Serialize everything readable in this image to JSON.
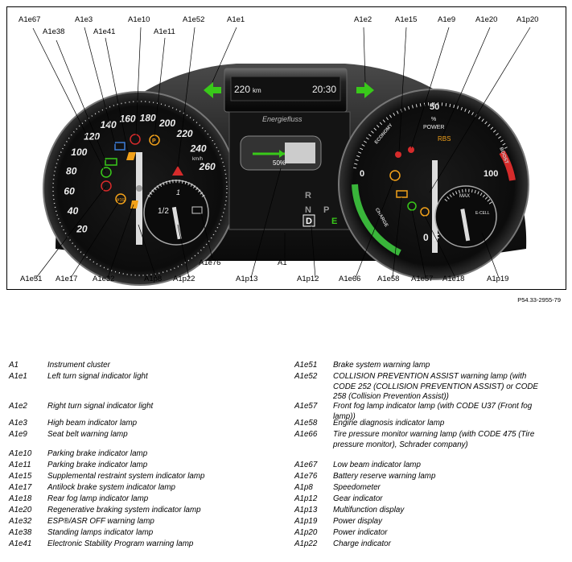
{
  "figure": {
    "callouts": [
      {
        "id": "a1e67",
        "label": "A1e67"
      },
      {
        "id": "a1e3",
        "label": "A1e3"
      },
      {
        "id": "a1e10",
        "label": "A1e10"
      },
      {
        "id": "a1e52",
        "label": "A1e52"
      },
      {
        "id": "a1e1",
        "label": "A1e1"
      },
      {
        "id": "a1e2",
        "label": "A1e2"
      },
      {
        "id": "a1e15",
        "label": "A1e15"
      },
      {
        "id": "a1e9",
        "label": "A1e9"
      },
      {
        "id": "a1e20",
        "label": "A1e20"
      },
      {
        "id": "a1p20",
        "label": "A1p20"
      },
      {
        "id": "a1e38",
        "label": "A1e38"
      },
      {
        "id": "a1e41",
        "label": "A1e41"
      },
      {
        "id": "a1e11",
        "label": "A1e11"
      },
      {
        "id": "a1e51",
        "label": "A1e51"
      },
      {
        "id": "a1e17",
        "label": "A1e17"
      },
      {
        "id": "a1e32",
        "label": "A1e32"
      },
      {
        "id": "a1p8",
        "label": "A1p8"
      },
      {
        "id": "a1p22",
        "label": "A1p22"
      },
      {
        "id": "a1e76",
        "label": "A1e76"
      },
      {
        "id": "a1p13",
        "label": "A1p13"
      },
      {
        "id": "a1",
        "label": "A1"
      },
      {
        "id": "a1p12",
        "label": "A1p12"
      },
      {
        "id": "a1e66",
        "label": "A1e66"
      },
      {
        "id": "a1e58",
        "label": "A1e58"
      },
      {
        "id": "a1e57",
        "label": "A1e57"
      },
      {
        "id": "a1e18",
        "label": "A1e18"
      },
      {
        "id": "a1p19",
        "label": "A1p19"
      }
    ],
    "display": {
      "range": "220",
      "range_unit": "km",
      "clock": "20:30",
      "energy_title": "Energiefluss",
      "battery_percent": "50%",
      "gear_r": "R",
      "gear_n": "N",
      "gear_p": "P",
      "gear_d": "D",
      "gear_e": "E"
    },
    "speedometer": {
      "ticks": [
        "20",
        "40",
        "60",
        "80",
        "100",
        "120",
        "140",
        "160",
        "180",
        "200",
        "220",
        "240",
        "260"
      ],
      "unit": "km/h"
    },
    "charge_gauge": {
      "half": "1/2",
      "full": "1"
    },
    "power_meter": {
      "zero": "0",
      "fifty": "50",
      "hundred": "100",
      "percent": "%",
      "power": "POWER",
      "economy": "ECONOMY",
      "charge": "CHARGE",
      "boost": "BOOST",
      "rbs": "RBS"
    },
    "power_gauge": {
      "max": "MAX",
      "ecell": "E-CELL",
      "zero": "0",
      "f": "F"
    },
    "icon_p": "P",
    "icon_abs": "ABS",
    "code": "P54.33-2955-79"
  },
  "legend": {
    "left": [
      {
        "code": "A1",
        "desc": "Instrument cluster"
      },
      {
        "code": "A1e1",
        "desc": "Left turn signal indicator light"
      },
      {
        "code": "A1e2",
        "desc": "Right turn signal indicator light"
      },
      {
        "code": "A1e3",
        "desc": "High beam indicator lamp"
      },
      {
        "code": "A1e9",
        "desc": "Seat belt warning lamp"
      },
      {
        "code": "A1e10",
        "desc": "Parking brake indicator lamp"
      },
      {
        "code": "A1e11",
        "desc": "Parking brake indicator lamp"
      },
      {
        "code": "A1e15",
        "desc": "Supplemental restraint system indicator lamp"
      },
      {
        "code": "A1e17",
        "desc": "Antilock brake system indicator lamp"
      },
      {
        "code": "A1e18",
        "desc": "Rear fog lamp indicator lamp"
      },
      {
        "code": "A1e20",
        "desc": "Regenerative braking system indicator lamp"
      },
      {
        "code": "A1e32",
        "desc": "ESP®/ASR OFF warning lamp"
      },
      {
        "code": "A1e38",
        "desc": "Standing lamps indicator lamp"
      },
      {
        "code": "A1e41",
        "desc": "Electronic Stability Program warning lamp"
      }
    ],
    "right": [
      {
        "code": "A1e51",
        "desc": "Brake system warning lamp"
      },
      {
        "code": "A1e52",
        "desc": "COLLISION PREVENTION ASSIST warning lamp (with\nCODE 252 (COLLISION PREVENTION ASSIST) or CODE\n258 (Collision Prevention Assist))"
      },
      {
        "code": "A1e57",
        "desc": "Front fog lamp indicator lamp (with CODE U37 (Front fog\nlamp))"
      },
      {
        "code": "A1e58",
        "desc": "Engine diagnosis indicator lamp"
      },
      {
        "code": "A1e66",
        "desc": "Tire pressure monitor warning lamp (with CODE 475 (Tire\npressure monitor), Schrader company)"
      },
      {
        "code": "A1e67",
        "desc": "Low beam indicator lamp"
      },
      {
        "code": "A1e76",
        "desc": "Battery reserve warning lamp"
      },
      {
        "code": "A1p8",
        "desc": "Speedometer"
      },
      {
        "code": "A1p12",
        "desc": "Gear indicator"
      },
      {
        "code": "A1p13",
        "desc": "Multifunction display"
      },
      {
        "code": "A1p19",
        "desc": "Power display"
      },
      {
        "code": "A1p20",
        "desc": "Power indicator"
      },
      {
        "code": "A1p22",
        "desc": "Charge indicator"
      }
    ]
  }
}
